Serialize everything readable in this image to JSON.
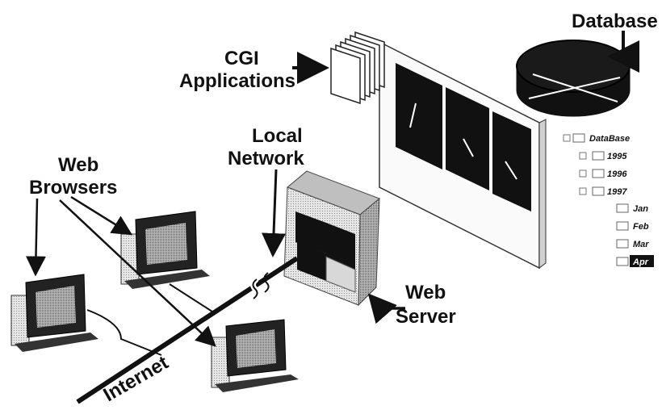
{
  "labels": {
    "database": "Database",
    "cgi_line1": "CGI",
    "cgi_line2": "Applications",
    "local_line1": "Local",
    "local_line2": "Network",
    "browsers_line1": "Web",
    "browsers_line2": "Browsers",
    "server_line1": "Web",
    "server_line2": "Server",
    "internet": "Internet"
  },
  "tree": {
    "root": "DataBase",
    "years": [
      "1995",
      "1996",
      "1997"
    ],
    "months": [
      "Jan",
      "Feb",
      "Mar",
      "Apr"
    ],
    "selected": "Apr"
  },
  "icons": [
    "database-cylinder-icon",
    "cgi-stack-icon",
    "web-server-icon",
    "workstation-icon",
    "network-break-icon",
    "folder-icon",
    "expand-toggle-icon"
  ]
}
